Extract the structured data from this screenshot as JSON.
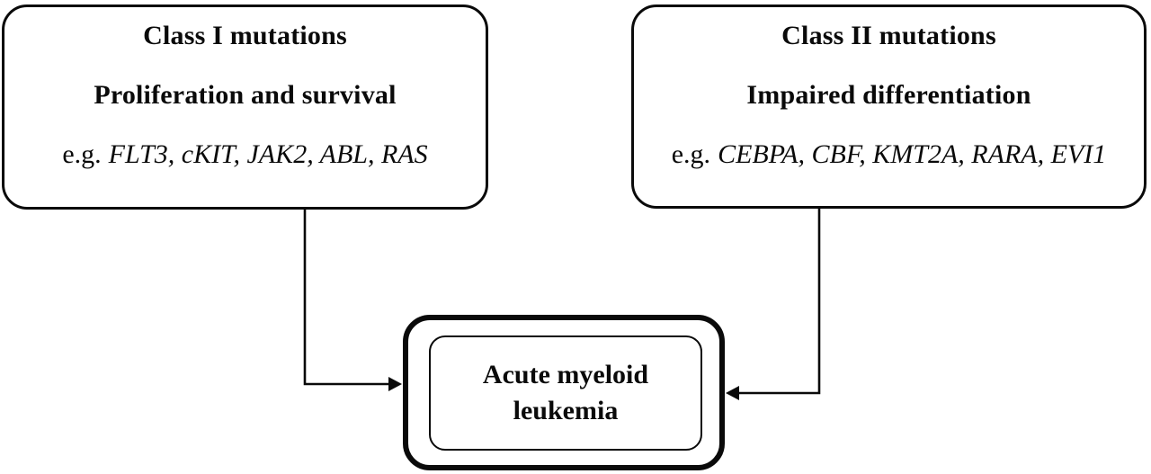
{
  "diagram": {
    "background_color": "#ffffff",
    "line_color": "#0a0a0a",
    "text_color": "#0a0a0a",
    "nodes": {
      "class1": {
        "title": "Class I mutations",
        "subtitle": "Proliferation and survival",
        "examples_prefix": "e.g.",
        "examples": "FLT3, cKIT, JAK2, ABL, RAS"
      },
      "class2": {
        "title": "Class II mutations",
        "subtitle": "Impaired differentiation",
        "examples_prefix": "e.g.",
        "examples": "CEBPA, CBF, KMT2A, RARA, EVI1"
      },
      "aml": {
        "label": "Acute myeloid\nleukemia"
      }
    },
    "edges": [
      {
        "from": "Class I mutations",
        "to": "Acute myeloid leukemia",
        "style": "elbow-arrow"
      },
      {
        "from": "Class II mutations",
        "to": "Acute myeloid leukemia",
        "style": "elbow-arrow"
      }
    ]
  }
}
